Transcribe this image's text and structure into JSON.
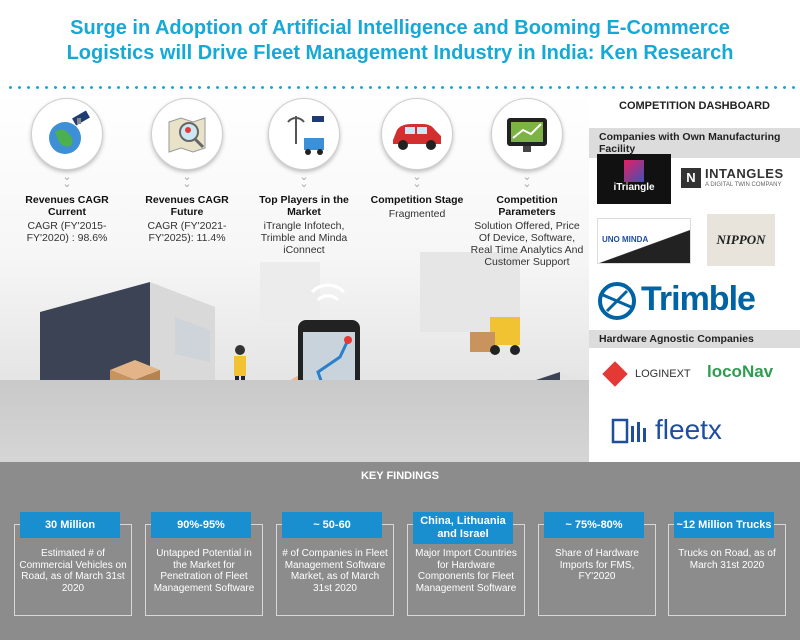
{
  "header": {
    "title_line1": "Surge in Adoption of Artificial Intelligence and Booming E-Commerce",
    "title_line2": "Logistics will Drive Fleet Management Industry in India: Ken Research"
  },
  "parameters": [
    {
      "icon": "globe-satellite-icon",
      "title_l1": "Revenues CAGR",
      "title_l2": "Current",
      "text": "CAGR (FY'2015-FY'2020) : 98.6%"
    },
    {
      "icon": "map-magnifier-icon",
      "title_l1": "Revenues CAGR Future",
      "title_l2": "",
      "text": "CAGR (FY'2021-FY'2025): 11.4%"
    },
    {
      "icon": "tower-truck-icon",
      "title_l1": "Top Players in the",
      "title_l2": "Market",
      "text": "iTrangle Infotech, Trimble and Minda iConnect"
    },
    {
      "icon": "red-car-icon",
      "title_l1": "Competition Stage",
      "title_l2": "",
      "text": "Fragmented"
    },
    {
      "icon": "gps-device-icon",
      "title_l1": "Competition",
      "title_l2": "Parameters",
      "text": "Solution Offered, Price Of Device, Software, Real Time Analytics And Customer Support"
    }
  ],
  "dashboard": {
    "title": "COMPETITION DASHBOARD",
    "section1": "Companies with Own Manufacturing Facility",
    "section2": "Hardware Agnostic Companies",
    "logos": {
      "itriangle": "iTriangle",
      "intangles": "INTANGLES",
      "intangles_sub": "A DIGITAL TWIN COMPANY",
      "unominda": "UNO MINDA",
      "nippon": "NIPPON",
      "trimble": "Trimble",
      "loginext": "LOGINEXT",
      "loconav": "locoNav",
      "fleetx": "fleetx"
    }
  },
  "findings": {
    "title": "KEY FINDINGS",
    "cards": [
      {
        "value": "30 Million",
        "desc": "Estimated # of Commercial Vehicles on Road, as of March 31st 2020"
      },
      {
        "value": "90%-95%",
        "desc": "Untapped Potential in the Market for Penetration of Fleet Management Software"
      },
      {
        "value": "~ 50-60",
        "desc": "# of Companies in Fleet Management Software Market, as of March 31st 2020"
      },
      {
        "value": "China, Lithuania and Israel",
        "desc": "Major Import Countries for Hardware Components for Fleet Management Software"
      },
      {
        "value": "~ 75%-80%",
        "desc": "Share of Hardware Imports for FMS, FY'2020"
      },
      {
        "value": "~12 Million Trucks",
        "desc": "Trucks on Road, as of March 31st 2020"
      }
    ]
  },
  "colors": {
    "accent": "#17a9d6",
    "card_blue": "#1a8fd0",
    "findings_bg": "#8c8c8c"
  }
}
